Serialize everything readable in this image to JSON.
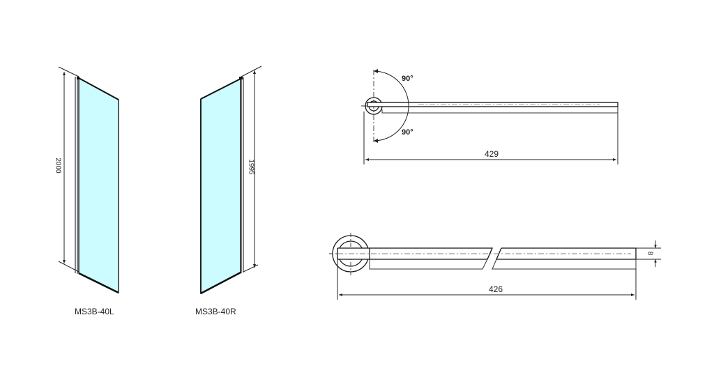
{
  "colors": {
    "background": "#ffffff",
    "line": "#1a1a1a",
    "glass": "#ccfcff",
    "dim_line": "#333333"
  },
  "panel_left": {
    "label": "MS3B-40L",
    "height_dim": "2000"
  },
  "panel_right": {
    "label": "MS3B-40R",
    "height_dim": "1995"
  },
  "top_view_rotation": {
    "angle_upper": "90°",
    "angle_lower": "90°",
    "width_dim": "429"
  },
  "top_view_profile": {
    "width_dim": "426",
    "thickness_dim": "8"
  }
}
